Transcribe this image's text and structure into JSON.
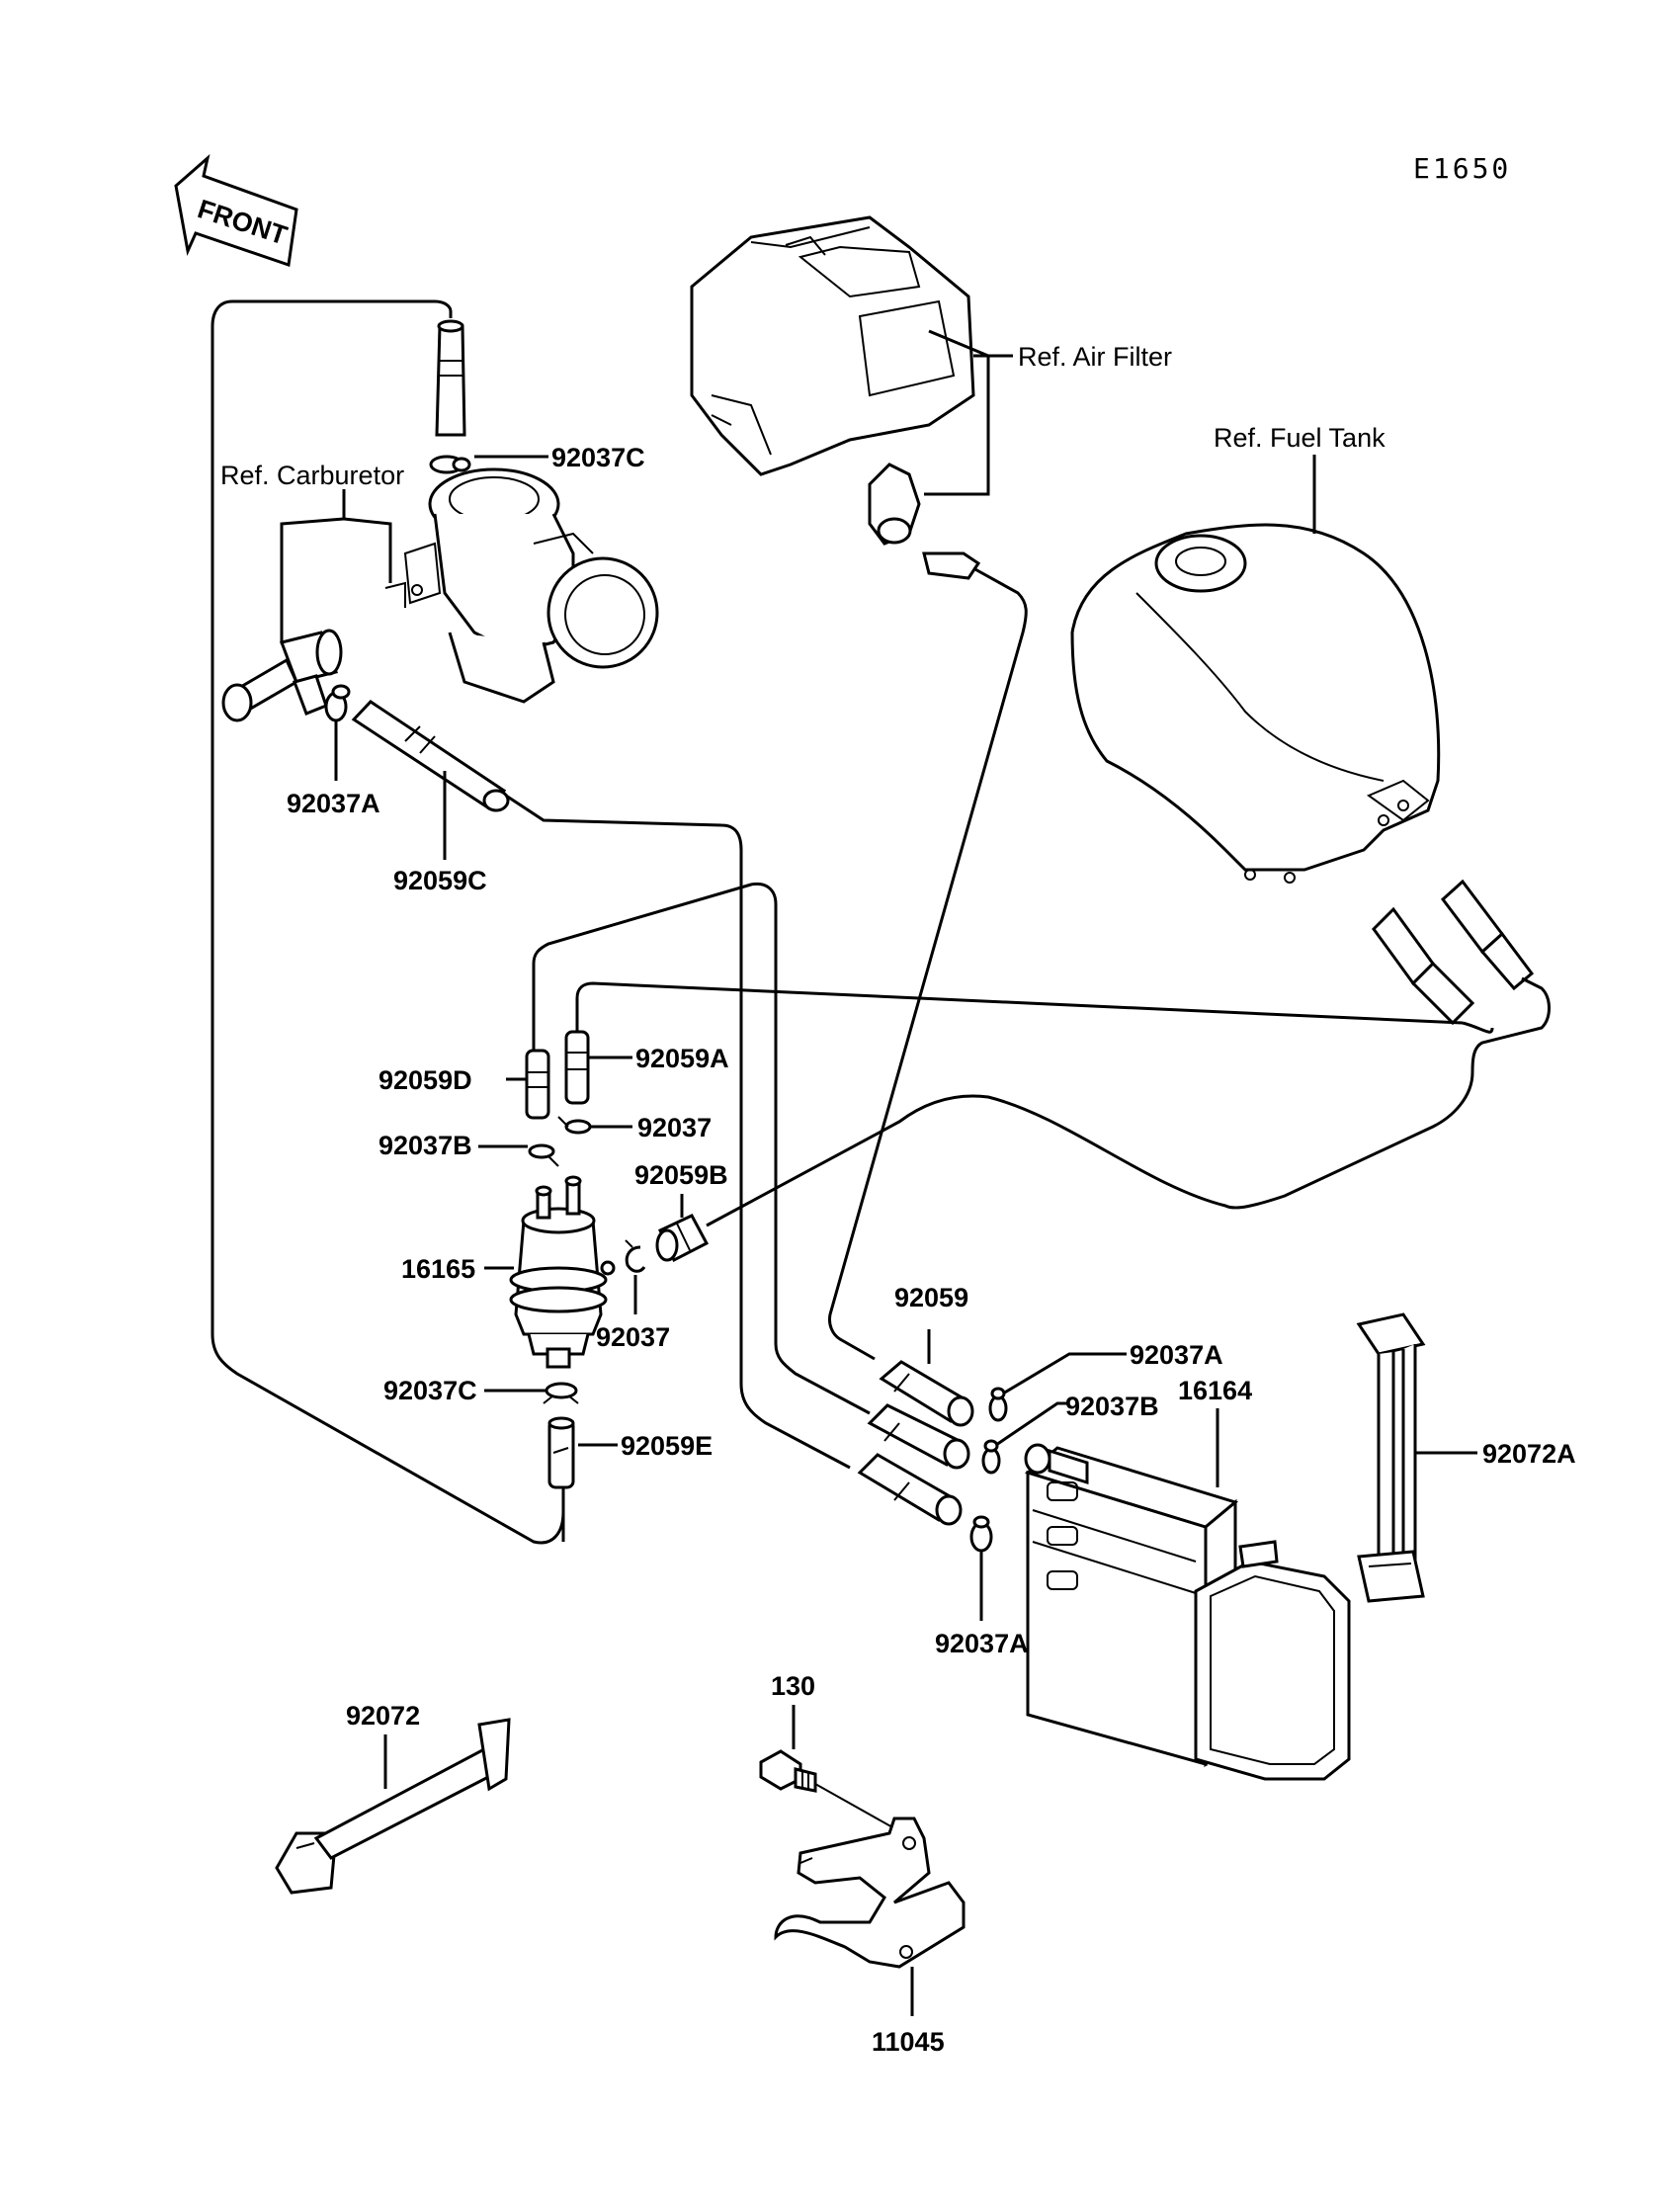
{
  "diagram_code": "E1650",
  "front_arrow": "FRONT",
  "refs": {
    "air_filter": "Ref. Air Filter",
    "fuel_tank": "Ref. Fuel Tank",
    "carburetor": "Ref. Carburetor"
  },
  "labels": {
    "l_92037C_top": "92037C",
    "l_92037A_left": "92037A",
    "l_92059C": "92059C",
    "l_92059D": "92059D",
    "l_92059A": "92059A",
    "l_92037_a": "92037",
    "l_92037B_left": "92037B",
    "l_92059B": "92059B",
    "l_16165": "16165",
    "l_92037_b": "92037",
    "l_92037C_low": "92037C",
    "l_92059E": "92059E",
    "l_92059": "92059",
    "l_92037A_right": "92037A",
    "l_92037B_right": "92037B",
    "l_16164": "16164",
    "l_92072A": "92072A",
    "l_92037A_bottom": "92037A",
    "l_92072": "92072",
    "l_130": "130",
    "l_11045": "11045"
  },
  "colors": {
    "ink": "#000000",
    "paper": "#ffffff"
  }
}
